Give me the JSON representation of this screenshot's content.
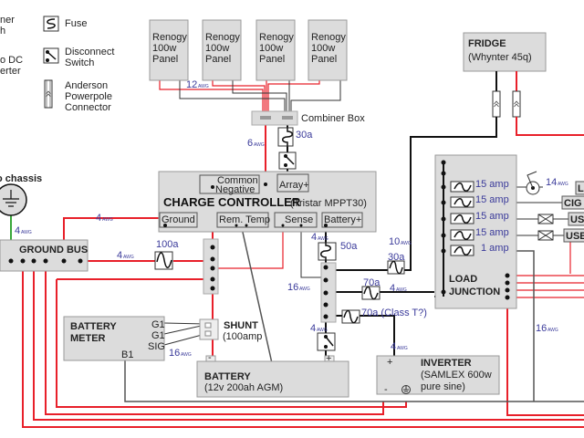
{
  "legend": {
    "partial_items": [
      "ner",
      "h",
      "o DC",
      "erter"
    ],
    "fuse_label": "Fuse",
    "disconnect_label_1": "Disconnect",
    "disconnect_label_2": "Switch",
    "anderson_label_1": "Anderson",
    "anderson_label_2": "Powerpole",
    "anderson_label_3": "Connector"
  },
  "panels": [
    {
      "line1": "Renogy",
      "line2": "100w",
      "line3": "Panel"
    },
    {
      "line1": "Renogy",
      "line2": "100w",
      "line3": "Panel"
    },
    {
      "line1": "Renogy",
      "line2": "100w",
      "line3": "Panel"
    },
    {
      "line1": "Renogy",
      "line2": "100w",
      "line3": "Panel"
    }
  ],
  "combiner_label": "Combiner Box",
  "fridge": {
    "title": "FRIDGE",
    "model": "(Whynter 45q)"
  },
  "charge_controller": {
    "title": "CHARGE CONTROLLER",
    "model": "(Tristar MPPT30)",
    "terminals": {
      "common_negative_1": "Common",
      "common_negative_2": "Negative",
      "array_plus": "Array+",
      "ground": "Ground",
      "rem_temp": "Rem. Temp",
      "sense": "Sense",
      "battery_plus": "Battery+"
    }
  },
  "chassis_label": "o chassis",
  "ground_bus_label": "GROUND BUS",
  "battery_meter": {
    "line1": "BATTERY",
    "line2": "METER",
    "g1a": "G1",
    "g1b": "G1",
    "sig": "SIG",
    "b1": "B1"
  },
  "shunt": {
    "title": "SHUNT",
    "rating": "(100amp"
  },
  "battery": {
    "title": "BATTERY",
    "spec": "(12v 200ah AGM)",
    "neg": "-",
    "pos": "+"
  },
  "inverter": {
    "title": "INVERTER",
    "spec1": "(SAMLEX 600w",
    "spec2": "pure sine)",
    "pos": "+",
    "neg": "-"
  },
  "load_junction": {
    "line1": "LOAD",
    "line2": "JUNCTION",
    "fuses": [
      "15 amp",
      "15 amp",
      "15 amp",
      "15 amp",
      "1 amp"
    ],
    "loads": [
      "L",
      "CIG",
      "US",
      "USB"
    ]
  },
  "wire_labels": {
    "awg12": "12",
    "awg6": "6",
    "awg4_chassis": "4",
    "awg4_gnd": "4",
    "awg4_bus": "4",
    "awg4_cc": "4",
    "awg16_sense": "16",
    "awg10": "10",
    "awg4_junction": "4",
    "awg4_disc": "4",
    "awg4_inv": "4",
    "awg16_meter": "16",
    "awg16_right": "16",
    "awg14": "14",
    "awg_suffix": "AWG"
  },
  "fuse_labels": {
    "combiner": "30a",
    "main_100": "100a",
    "cc_50": "50a",
    "fridge_30": "30a",
    "junction_70": "70a",
    "inverter_70": "70a (Class T?)"
  },
  "colors": {
    "positive": "#e8202a",
    "negative": "#111111",
    "ground": "#3aa83a",
    "label": "#3a3a9a"
  }
}
